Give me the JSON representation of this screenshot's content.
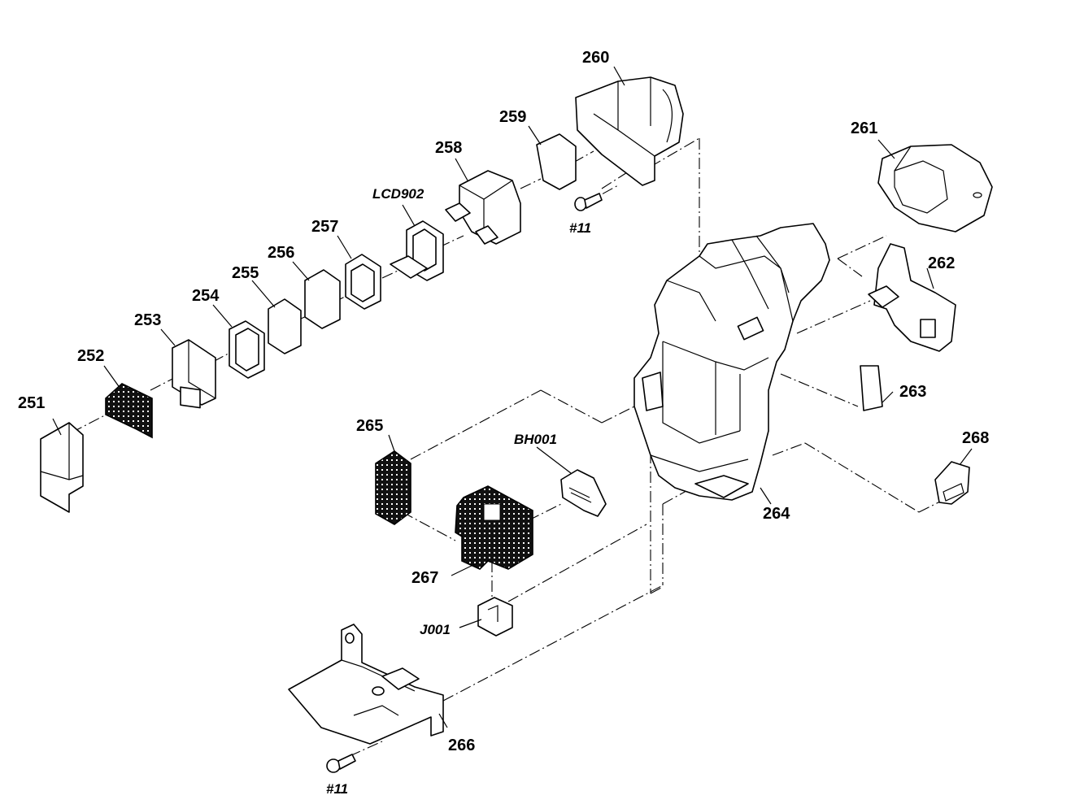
{
  "parts": {
    "p251": "251",
    "p252": "252",
    "p253": "253",
    "p254": "254",
    "p255": "255",
    "p256": "256",
    "p257": "257",
    "p258": "258",
    "p259": "259",
    "p260": "260",
    "p261": "261",
    "p262": "262",
    "p263": "263",
    "p264": "264",
    "p265": "265",
    "p266": "266",
    "p267": "267",
    "p268": "268"
  },
  "refs": {
    "lcd902": "LCD902",
    "bh001": "BH001",
    "j001": "J001",
    "screw_top": "#11",
    "screw_bottom": "#11"
  }
}
